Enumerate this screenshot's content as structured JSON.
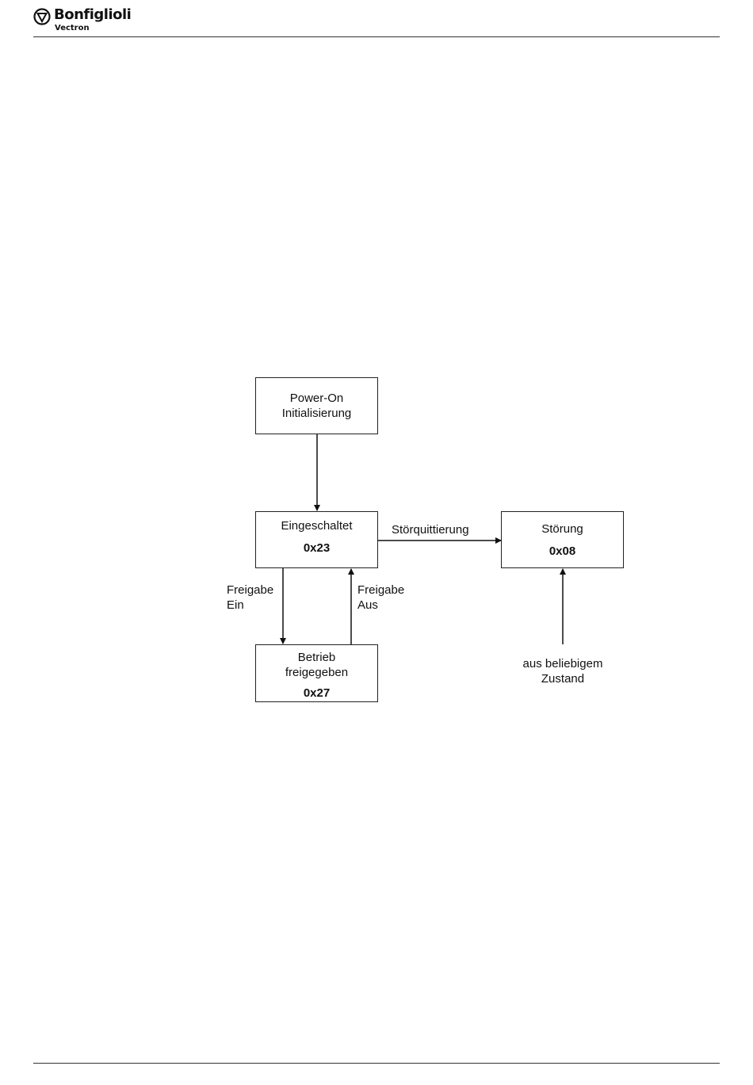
{
  "header": {
    "brand": "Bonfiglioli",
    "sub_brand": "Vectron"
  },
  "diagram": {
    "states": {
      "power_on": {
        "line1": "Power-On",
        "line2": "Initialisierung"
      },
      "eingeschaltet": {
        "name": "Eingeschaltet",
        "code": "0x23"
      },
      "stoerung": {
        "name": "Störung",
        "code": "0x08"
      },
      "betrieb": {
        "line1": "Betrieb",
        "line2": "freigegeben",
        "code": "0x27"
      }
    },
    "transitions": {
      "stoerquittierung": "Störquittierung",
      "freigabe_ein": {
        "line1": "Freigabe",
        "line2": "Ein"
      },
      "freigabe_aus": {
        "line1": "Freigabe",
        "line2": "Aus"
      },
      "aus_beliebigem": {
        "line1": "aus beliebigem",
        "line2": "Zustand"
      }
    }
  }
}
